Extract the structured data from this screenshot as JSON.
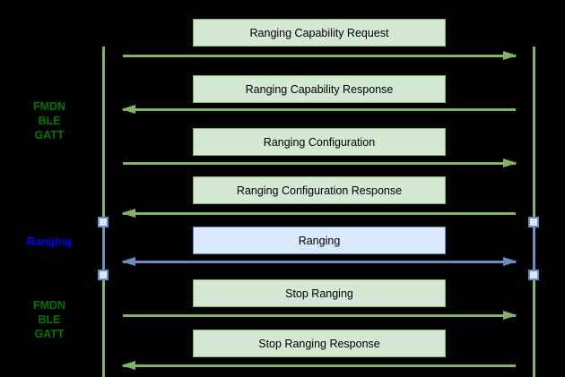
{
  "diagram": {
    "type": "sequence",
    "left_labels": [
      {
        "text": "FMDN\nBLE\nGATT",
        "color_role": "green"
      },
      {
        "text": "Ranging",
        "color_role": "blue"
      },
      {
        "text": "FMDN\nBLE\nGATT",
        "color_role": "green"
      }
    ],
    "messages": [
      {
        "label": "Ranging Capability Request",
        "direction": "right",
        "style": "green"
      },
      {
        "label": "Ranging Capability Response",
        "direction": "left",
        "style": "green"
      },
      {
        "label": "Ranging Configuration",
        "direction": "right",
        "style": "green"
      },
      {
        "label": "Ranging Configuration Response",
        "direction": "left",
        "style": "green"
      },
      {
        "label": "Ranging",
        "direction": "both",
        "style": "blue"
      },
      {
        "label": "Stop Ranging",
        "direction": "right",
        "style": "green"
      },
      {
        "label": "Stop Ranging Response",
        "direction": "left",
        "style": "green"
      }
    ],
    "colors": {
      "background": "#000000",
      "green_fill": "#d5e8d4",
      "green_stroke": "#82b366",
      "blue_fill": "#dae8fc",
      "blue_stroke": "#6c8ebf",
      "label_green": "#007700",
      "label_blue": "#0000ff",
      "text": "#000000"
    }
  }
}
